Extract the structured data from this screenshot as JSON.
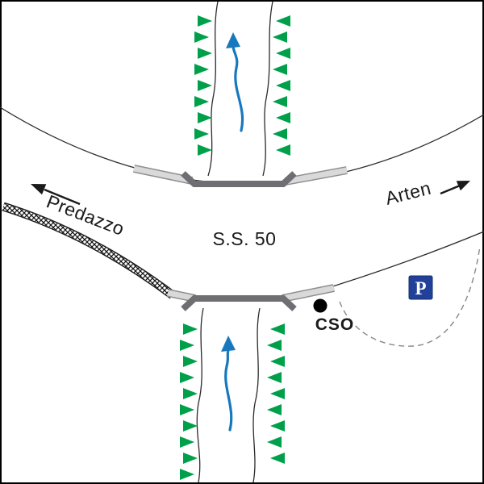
{
  "labels": {
    "road": "S.S. 50",
    "destination_left": "Predazzo",
    "destination_right": "Arten",
    "point": "CSO",
    "parking": "P"
  },
  "colors": {
    "tree_green": "#00A04B",
    "flow_blue": "#1878BE",
    "bridge_dark": "#6E6E73",
    "bridge_light": "#D9D9D9",
    "bridge_light_edge": "#8F8F8F",
    "parking_blue": "#21409A",
    "ink": "#1A1A1A",
    "dash_gray": "#888888"
  }
}
